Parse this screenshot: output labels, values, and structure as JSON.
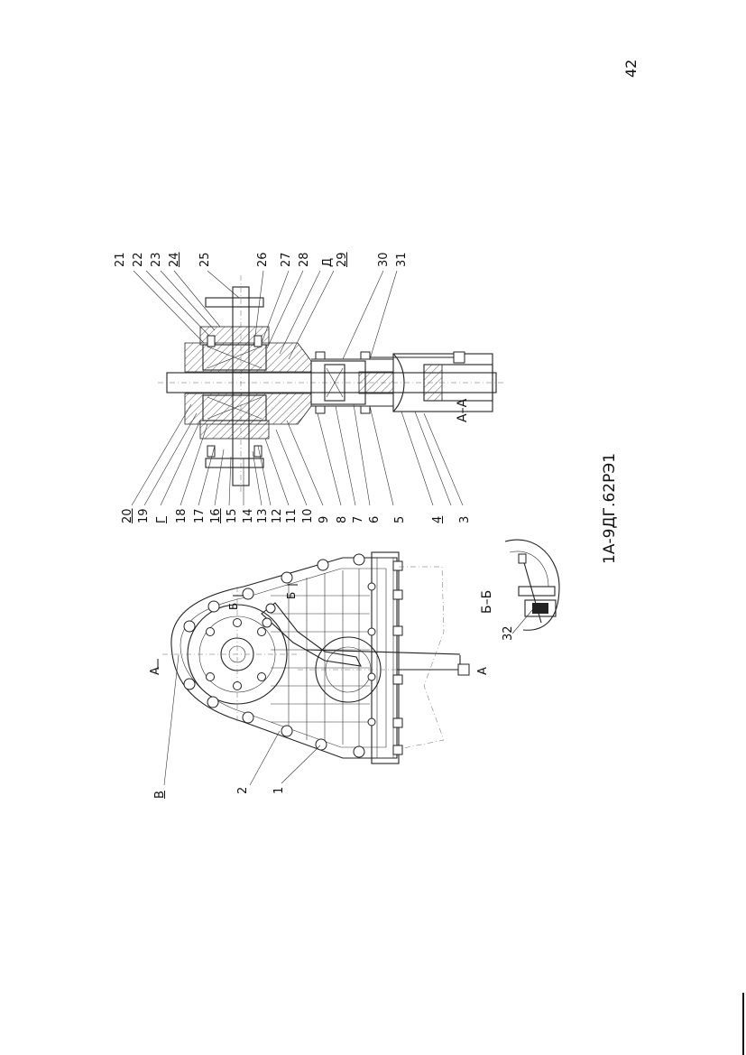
{
  "page": {
    "number": "42",
    "doc_code": "1А-9ДГ.62РЭ1"
  },
  "front_view": {
    "section_mark": "А",
    "view_mark": "В",
    "section_bb": "Б",
    "callouts": [
      "1",
      "2"
    ]
  },
  "section_aa": {
    "title": "А–А",
    "callouts_top": [
      "21",
      "22",
      "23",
      "24",
      "25",
      "26",
      "27",
      "28",
      "Д",
      "29",
      "30",
      "31"
    ],
    "callouts_bottom": [
      "20",
      "19",
      "Г",
      "18",
      "17",
      "16",
      "15",
      "14",
      "13",
      "12",
      "11",
      "10",
      "9",
      "8",
      "7",
      "6",
      "5",
      "4",
      "3"
    ]
  },
  "section_bb": {
    "title": "Б–Б",
    "callouts": [
      "32"
    ]
  }
}
